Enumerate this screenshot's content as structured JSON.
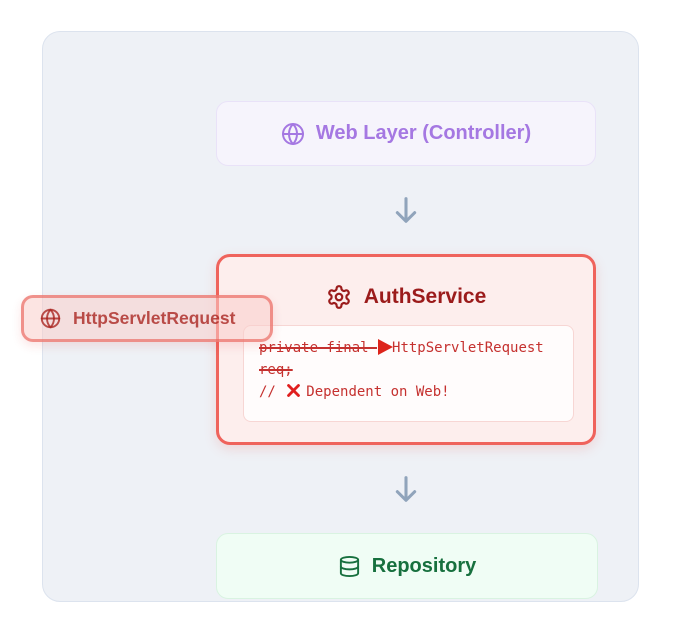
{
  "panel": {
    "web_layer": {
      "label": "Web Layer (Controller)",
      "icon": "globe-icon",
      "text_color": "#a578e2",
      "bg_color": "#f6f4fc"
    },
    "auth_service": {
      "label": "AuthService",
      "icon": "gear-icon",
      "text_color": "#9b1b1b",
      "border_color": "#ef635c",
      "bg_color": "#fdeeed",
      "code": {
        "struck_declaration": "private final ",
        "type_token": "HttpServletRequest",
        "struck_variable": "req;",
        "comment_slashes": "// ",
        "comment_text": "Dependent on Web!",
        "text_color": "#c5312f",
        "cross_color": "#e01f1f",
        "cursor_color": "#dd241b"
      }
    },
    "repository": {
      "label": "Repository",
      "icon": "database-icon",
      "text_color": "#17703e",
      "bg_color": "#f0fdf5"
    },
    "drag_chip": {
      "label": "HttpServletRequest",
      "icon": "globe-icon"
    },
    "flow_arrow_color": "#90a4bb",
    "panel_bg_color": "#eef1f6"
  }
}
